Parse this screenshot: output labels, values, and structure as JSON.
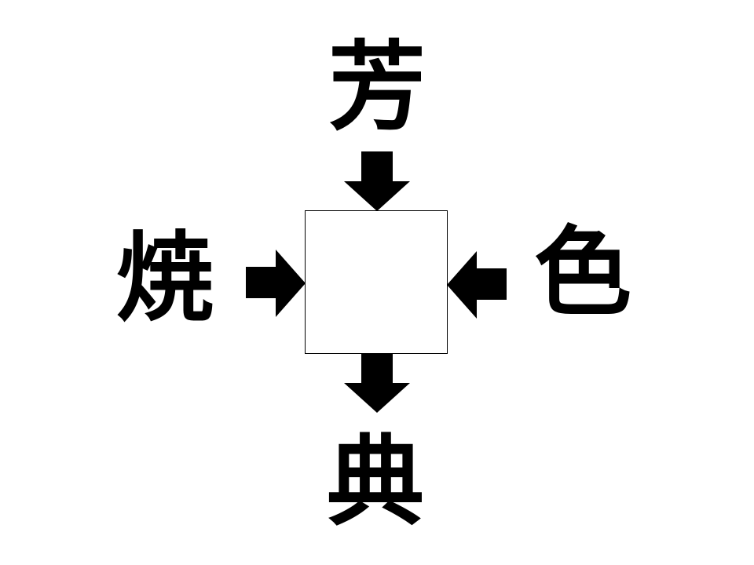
{
  "puzzle": {
    "top_kanji": "芳",
    "left_kanji": "焼",
    "right_kanji": "色",
    "bottom_kanji": "典",
    "answer": ""
  },
  "colors": {
    "ink": "#000000",
    "background": "#ffffff"
  }
}
